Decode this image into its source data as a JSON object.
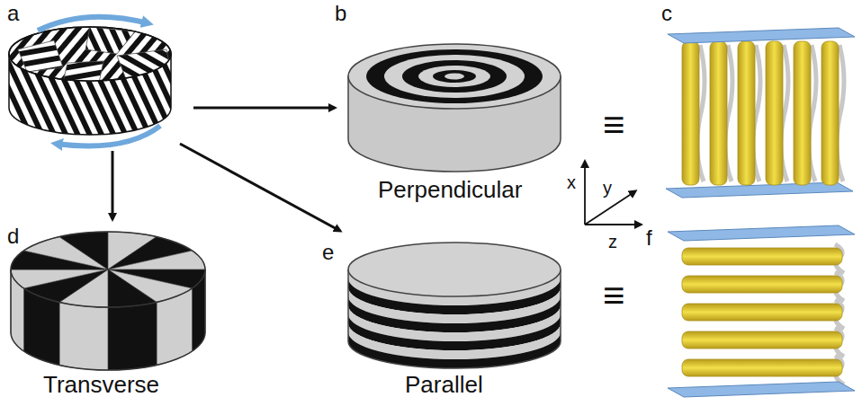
{
  "diagram": {
    "labels": [
      "a",
      "b",
      "c",
      "≡",
      "Perpendicular",
      "x",
      "y",
      "z",
      "d",
      "e",
      "f",
      "≡",
      "Transverse",
      "Parallel"
    ]
  }
}
